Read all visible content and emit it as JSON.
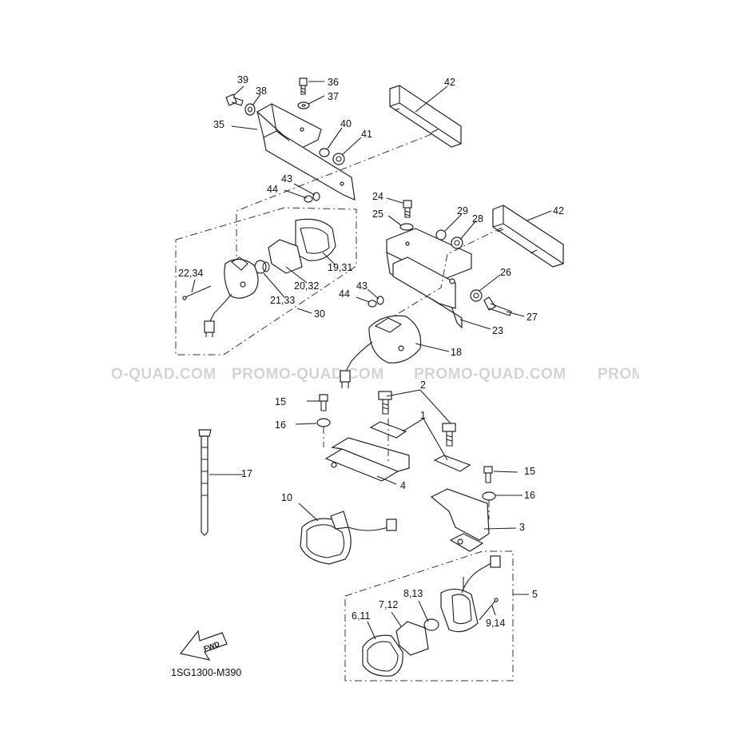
{
  "diagram": {
    "watermarks": [
      "PROMO-QUAD.COM",
      "PROMO-QUAD.COM",
      "PROMO-QUAD.COM",
      "PROMO-QUAD.COM"
    ],
    "fwd_text": "FWD",
    "part_code": "1SG1300-M390",
    "callouts": [
      {
        "id": "39",
        "text": "39"
      },
      {
        "id": "38",
        "text": "38"
      },
      {
        "id": "36",
        "text": "36"
      },
      {
        "id": "37",
        "text": "37"
      },
      {
        "id": "42a",
        "text": "42"
      },
      {
        "id": "35",
        "text": "35"
      },
      {
        "id": "40",
        "text": "40"
      },
      {
        "id": "41",
        "text": "41"
      },
      {
        "id": "43a",
        "text": "43"
      },
      {
        "id": "44a",
        "text": "44"
      },
      {
        "id": "24",
        "text": "24"
      },
      {
        "id": "25",
        "text": "25"
      },
      {
        "id": "29",
        "text": "29"
      },
      {
        "id": "28",
        "text": "28"
      },
      {
        "id": "42b",
        "text": "42"
      },
      {
        "id": "22_34",
        "text": "22,34"
      },
      {
        "id": "19_31",
        "text": "19,31"
      },
      {
        "id": "20_32",
        "text": "20,32"
      },
      {
        "id": "21_33",
        "text": "21,33"
      },
      {
        "id": "30",
        "text": "30"
      },
      {
        "id": "26",
        "text": "26"
      },
      {
        "id": "43b",
        "text": "43"
      },
      {
        "id": "44b",
        "text": "44"
      },
      {
        "id": "27",
        "text": "27"
      },
      {
        "id": "23",
        "text": "23"
      },
      {
        "id": "18",
        "text": "18"
      },
      {
        "id": "2",
        "text": "2"
      },
      {
        "id": "15a",
        "text": "15"
      },
      {
        "id": "1",
        "text": "1"
      },
      {
        "id": "16a",
        "text": "16"
      },
      {
        "id": "17",
        "text": "17"
      },
      {
        "id": "15b",
        "text": "15"
      },
      {
        "id": "4",
        "text": "4"
      },
      {
        "id": "16b",
        "text": "16"
      },
      {
        "id": "10",
        "text": "10"
      },
      {
        "id": "3",
        "text": "3"
      },
      {
        "id": "5",
        "text": "5"
      },
      {
        "id": "8_13",
        "text": "8,13"
      },
      {
        "id": "7_12",
        "text": "7,12"
      },
      {
        "id": "6_11",
        "text": "6,11"
      },
      {
        "id": "9_14",
        "text": "9,14"
      }
    ]
  }
}
